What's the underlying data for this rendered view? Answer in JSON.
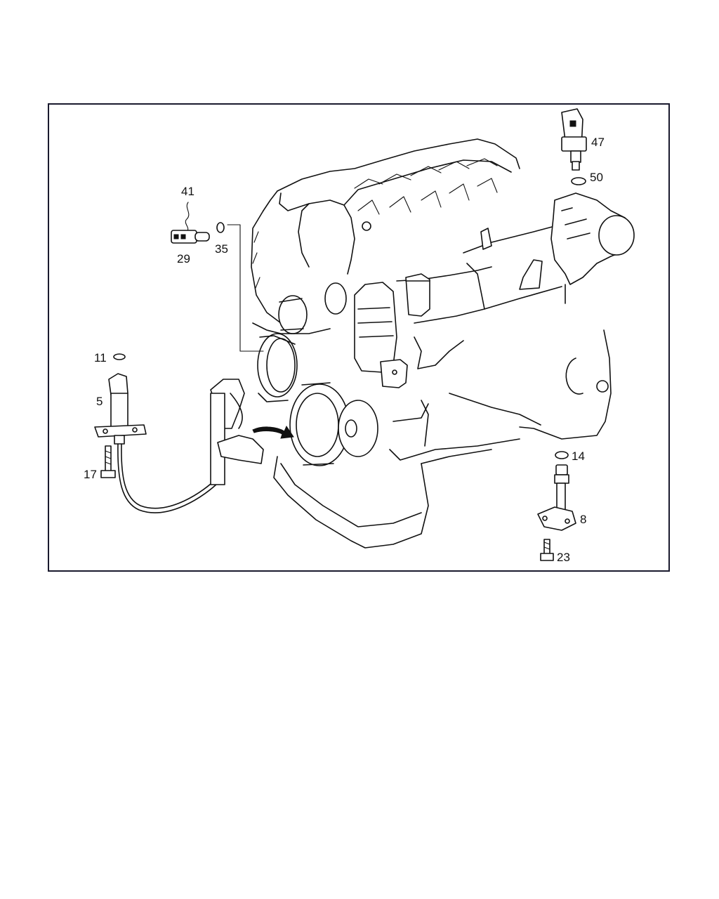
{
  "diagram": {
    "callouts": [
      {
        "id": "c41",
        "text": "41"
      },
      {
        "id": "c29",
        "text": "29"
      },
      {
        "id": "c35",
        "text": "35"
      },
      {
        "id": "c11",
        "text": "11"
      },
      {
        "id": "c5",
        "text": "5"
      },
      {
        "id": "c17",
        "text": "17"
      },
      {
        "id": "c47",
        "text": "47"
      },
      {
        "id": "c50",
        "text": "50"
      },
      {
        "id": "c14",
        "text": "14"
      },
      {
        "id": "c8",
        "text": "8"
      },
      {
        "id": "c23",
        "text": "23"
      }
    ]
  }
}
